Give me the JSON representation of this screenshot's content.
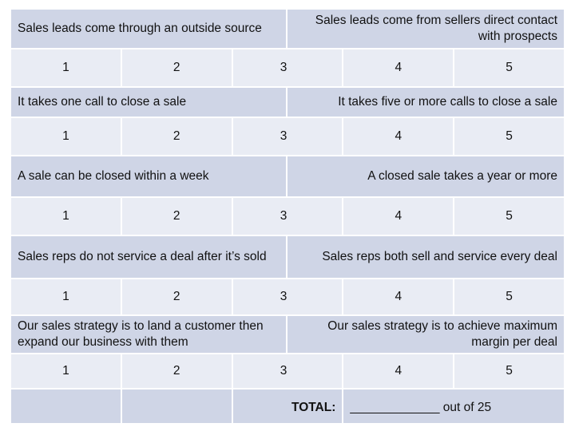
{
  "criteria": [
    {
      "left": "Sales leads come through an outside source",
      "right_line1": "Sales leads come from sellers direct contact",
      "right_line2": "with prospects"
    },
    {
      "left": "It takes one call to close a sale",
      "right_line1": "It takes five or more calls to close a sale",
      "right_line2": ""
    },
    {
      "left": "A sale can be closed within a week",
      "right_line1": "A closed sale takes a year or more",
      "right_line2": ""
    },
    {
      "left": "Sales reps do not service a deal after it’s sold",
      "right_line1": "Sales reps both sell and service every deal",
      "right_line2": ""
    },
    {
      "left_line1": "Our sales strategy is to land a customer then",
      "left_line2": "expand our business with them",
      "right_line1": "Our sales strategy is to achieve maximum",
      "right_line2": "margin per deal"
    }
  ],
  "scale": [
    "1",
    "2",
    "3",
    "4",
    "5"
  ],
  "footer": {
    "total_label": "TOTAL:",
    "total_blank": "_____________",
    "total_suffix": "out of 25"
  }
}
